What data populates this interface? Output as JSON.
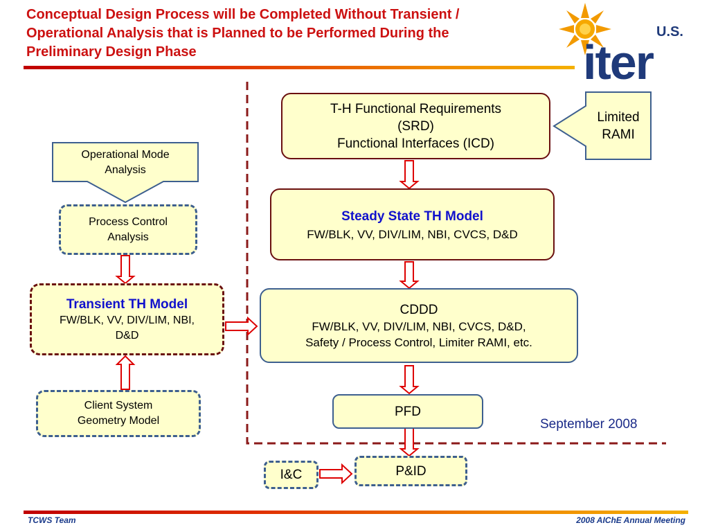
{
  "title": {
    "line1": "Conceptual Design Process will be Completed Without Transient /",
    "line2": "Operational Analysis that is Planned to be Performed During the",
    "line3": "Preliminary Design Phase"
  },
  "logo": {
    "small_text": "U.S.",
    "main_text": "iter",
    "icon": "sun-icon"
  },
  "boxes": {
    "th_req": {
      "line1": "T-H Functional Requirements",
      "line2": "(SRD)",
      "line3": "Functional Interfaces (ICD)"
    },
    "rami": {
      "line1": "Limited",
      "line2": "RAMI"
    },
    "steady": {
      "title": "Steady State TH  Model",
      "sub": "FW/BLK, VV, DIV/LIM, NBI, CVCS, D&D"
    },
    "cddd": {
      "line1": "CDDD",
      "line2": "FW/BLK, VV, DIV/LIM, NBI, CVCS, D&D,",
      "line3": "Safety / Process Control, Limiter RAMI, etc."
    },
    "pfd": {
      "label": "PFD"
    },
    "pid": {
      "label": "P&ID"
    },
    "ic": {
      "label": "I&C"
    },
    "op_mode": {
      "line1": "Operational Mode",
      "line2": "Analysis"
    },
    "process_control": {
      "line1": "Process Control",
      "line2": "Analysis"
    },
    "transient": {
      "title": "Transient  TH Model",
      "sub1": "FW/BLK, VV, DIV/LIM, NBI,",
      "sub2": "D&D"
    },
    "client": {
      "line1": "Client System",
      "line2": "Geometry Model"
    }
  },
  "date": "September 2008",
  "footer": {
    "left": "TCWS Team",
    "right": "2008 AIChE Annual Meeting"
  },
  "colors": {
    "title_red": "#cc1111",
    "box_fill": "#ffffcc",
    "maroon": "#6a1010",
    "blue_border": "#3d5f8f",
    "arrow_red": "#dd0000",
    "blue_text": "#1111cc"
  }
}
